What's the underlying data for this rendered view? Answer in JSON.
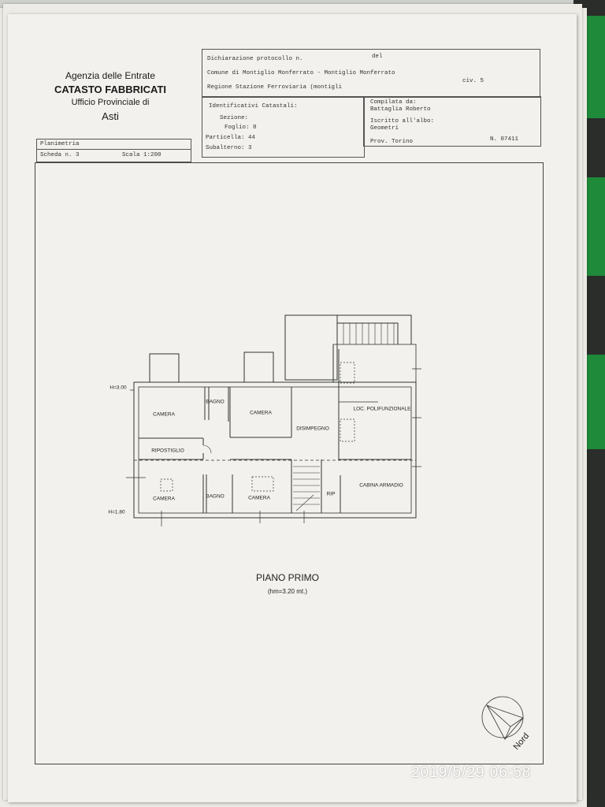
{
  "header": {
    "agency": "Agenzia delle Entrate",
    "department": "CATASTO FABBRICATI",
    "office": "Ufficio Provinciale di",
    "city": "Asti"
  },
  "doc_info": {
    "type": "Planimetria",
    "sheet": "Scheda n. 3",
    "scale": "Scala 1:200"
  },
  "declaration": {
    "protocol": "Dichiarazione protocollo n.",
    "date_label": "del",
    "comune": "Comune di Montiglio Monferrato - Montiglio Monferrato",
    "address": "Regione Stazione Ferroviaria (montigli",
    "civic": "civ. 5"
  },
  "identifiers": {
    "heading": "Identificativi Catastali:",
    "sezione": "Sezione:",
    "foglio": "Foglio: 8",
    "particella": "Particella: 44",
    "subalterno": "Subalterno: 3"
  },
  "compiler": {
    "label": "Compilata da:",
    "name": "Battaglia Roberto",
    "register_label": "Iscritto all'albo:",
    "register": "Geometri",
    "province": "Prov. Torino",
    "number": "N. 07411"
  },
  "plan": {
    "height_top": "H=3.00",
    "height_bottom": "H=1.80",
    "rooms": [
      "CAMERA",
      "BAGNO",
      "CAMERA",
      "DISIMPEGNO",
      "LOC. POLIFUNZIONALE",
      "RIPOSTIGLIO",
      "CAMERA",
      "BAGNO",
      "CAMERA",
      "RIP",
      "CABINA ARMADIO"
    ],
    "title": "PIANO PRIMO",
    "subtitle": "(hm=3.20 mt.)",
    "north": "Nord"
  },
  "photo_timestamp": "2019/5/29  06:58"
}
